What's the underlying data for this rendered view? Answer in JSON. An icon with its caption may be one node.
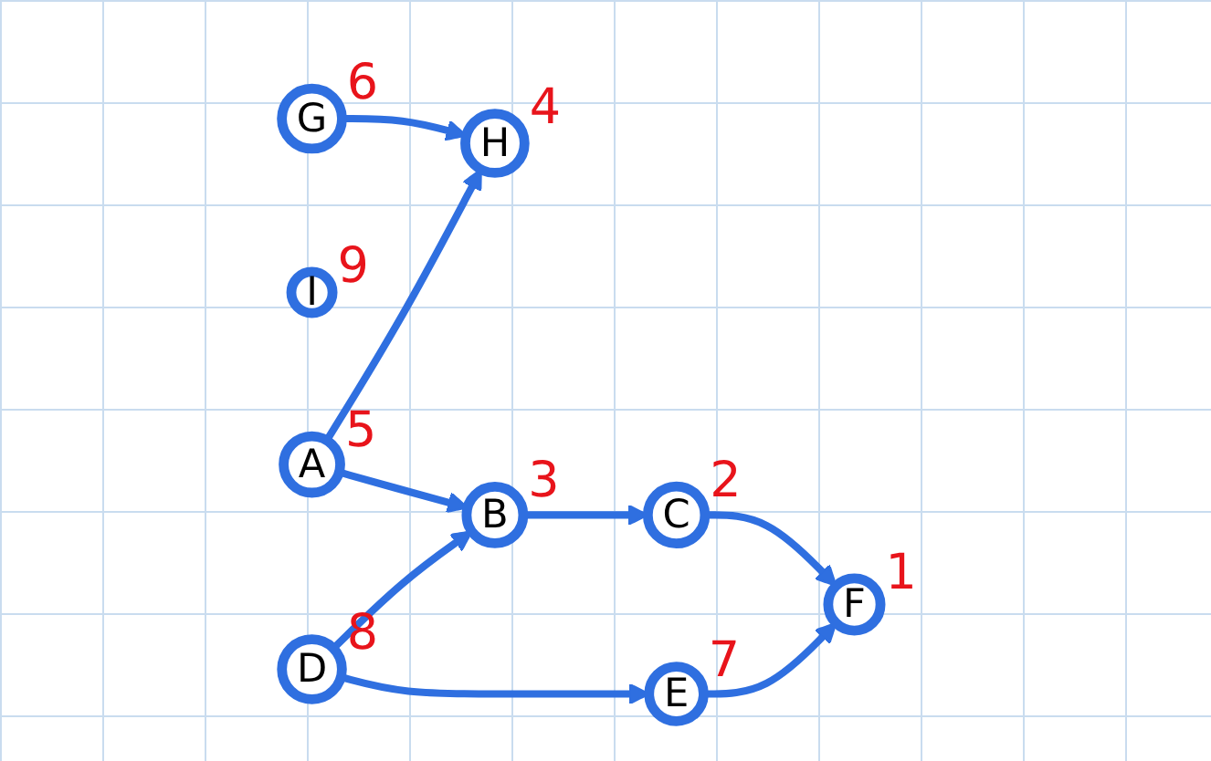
{
  "diagram": {
    "nodes": [
      {
        "text": [
          "G"
        ],
        "beside": [
          "6"
        ]
      },
      {
        "text": [
          "H"
        ],
        "beside": [
          "4"
        ]
      },
      {
        "text": [
          "I"
        ],
        "beside": [
          "9"
        ]
      },
      {
        "text": [
          "A"
        ],
        "beside": [
          "5"
        ]
      },
      {
        "text": [
          "B"
        ],
        "beside": [
          "3"
        ]
      },
      {
        "text": [
          "C"
        ],
        "beside": [
          "2"
        ]
      },
      {
        "text": [
          "F"
        ],
        "beside": [
          "1"
        ]
      },
      {
        "text": [
          "D"
        ],
        "beside": [
          "8"
        ]
      },
      {
        "text": [
          "E"
        ],
        "beside": [
          "7"
        ]
      }
    ],
    "edges": [
      {
        "from": 0,
        "to": 1,
        "arrow": "to"
      },
      {
        "from": 3,
        "to": 1,
        "arrow": "to"
      },
      {
        "from": 3,
        "to": 4,
        "arrow": "to"
      },
      {
        "from": 4,
        "to": 5,
        "arrow": "to"
      },
      {
        "from": 5,
        "to": 6,
        "arrow": "to"
      },
      {
        "from": 7,
        "to": 4,
        "arrow": "to"
      },
      {
        "from": 7,
        "to": 8,
        "arrow": "to"
      },
      {
        "from": 8,
        "to": 6,
        "arrow": "to"
      }
    ]
  }
}
